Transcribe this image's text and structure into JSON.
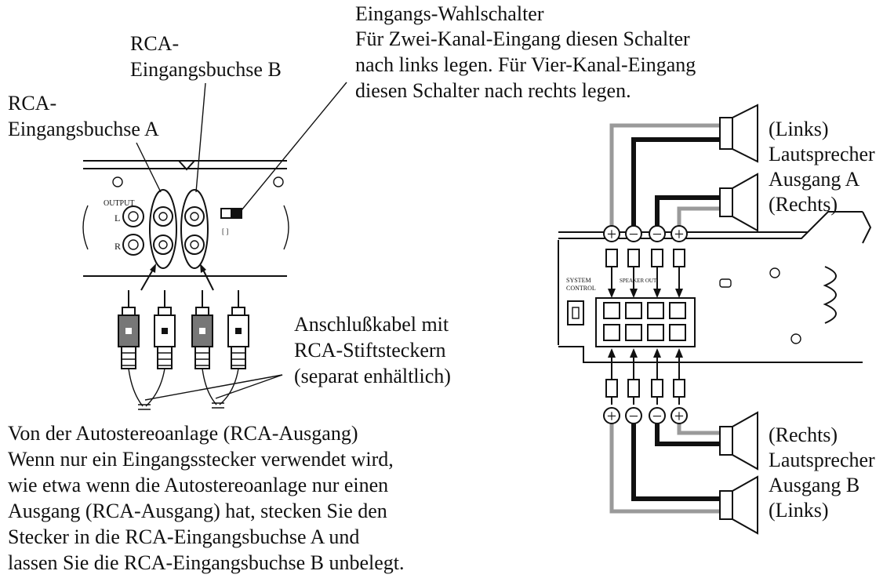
{
  "labels": {
    "input_selector": [
      "Eingangs-Wahlschalter",
      "Für Zwei-Kanal-Eingang diesen Schalter",
      "nach links legen. Für Vier-Kanal-Eingang",
      "diesen Schalter nach rechts legen."
    ],
    "rca_input_b": [
      "RCA-",
      "Eingangsbuchse B"
    ],
    "rca_input_a": [
      "RCA-",
      "Eingangsbuchse A"
    ],
    "cable": [
      "Anschlußkabel mit",
      "RCA-Stiftsteckern",
      "(separat enhältlich)"
    ],
    "source_note": [
      "Von der Autostereoanlage (RCA-Ausgang)",
      "Wenn nur ein Eingangsstecker verwendet wird,",
      "wie etwa wenn die Autostereoanlage nur einen",
      "Ausgang (RCA-Ausgang) hat, stecken Sie den",
      "Stecker in die RCA-Eingangsbuchse A und",
      "lassen Sie die RCA-Eingangsbuchse B unbelegt."
    ],
    "speaker_a": [
      "(Links)",
      "Lautsprecher",
      "Ausgang A",
      "(Rechts)"
    ],
    "speaker_b": [
      "(Rechts)",
      "Lautsprecher",
      "Ausgang B",
      "(Links)"
    ]
  },
  "polarity_top": [
    "+",
    "−",
    "−",
    "+"
  ],
  "polarity_bottom": [
    "+",
    "−",
    "−",
    "+"
  ]
}
